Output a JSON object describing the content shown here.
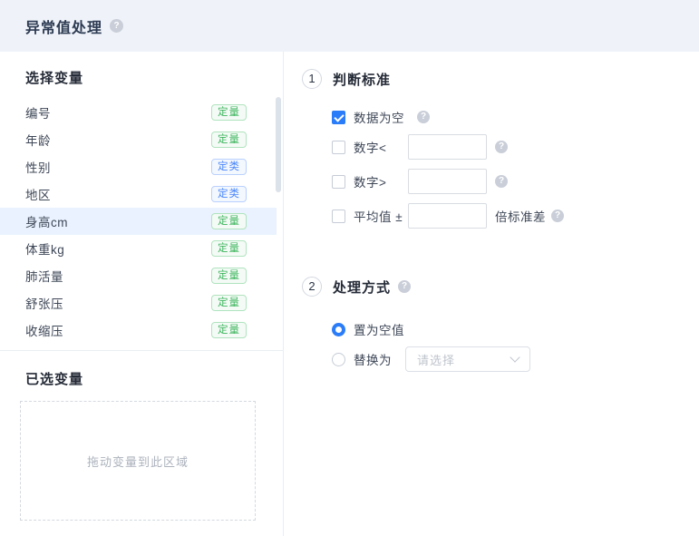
{
  "header": {
    "title": "异常值处理"
  },
  "left_panel": {
    "select_heading": "选择变量",
    "variables": [
      {
        "name": "编号",
        "tag": "定量",
        "type": "quant",
        "selected": false
      },
      {
        "name": "年龄",
        "tag": "定量",
        "type": "quant",
        "selected": false
      },
      {
        "name": "性别",
        "tag": "定类",
        "type": "cat",
        "selected": false
      },
      {
        "name": "地区",
        "tag": "定类",
        "type": "cat",
        "selected": false
      },
      {
        "name": "身高cm",
        "tag": "定量",
        "type": "quant",
        "selected": true
      },
      {
        "name": "体重kg",
        "tag": "定量",
        "type": "quant",
        "selected": false
      },
      {
        "name": "肺活量",
        "tag": "定量",
        "type": "quant",
        "selected": false
      },
      {
        "name": "舒张压",
        "tag": "定量",
        "type": "quant",
        "selected": false
      },
      {
        "name": "收缩压",
        "tag": "定量",
        "type": "quant",
        "selected": false
      }
    ],
    "selected_heading": "已选变量",
    "dropzone_placeholder": "拖动变量到此区域"
  },
  "criteria": {
    "step": "1",
    "title": "判断标准",
    "options": [
      {
        "label": "数据为空",
        "checked": true,
        "input_value": ""
      },
      {
        "label": "数字<",
        "checked": false,
        "input_value": ""
      },
      {
        "label": "数字>",
        "checked": false,
        "input_value": ""
      },
      {
        "label": "平均值 ±",
        "checked": false,
        "input_value": "",
        "suffix": "倍标准差"
      }
    ]
  },
  "treatment": {
    "step": "2",
    "title": "处理方式",
    "options": [
      {
        "label": "置为空值",
        "selected": true
      },
      {
        "label": "替换为",
        "selected": false,
        "dropdown_placeholder": "请选择"
      }
    ]
  },
  "colors": {
    "accent_blue": "#2b7cf8",
    "header_bg": "#eff3f9",
    "selected_row_bg": "#e9f2fe",
    "tag_quant_green": "#3cb45c",
    "tag_cat_blue": "#4784fb"
  }
}
